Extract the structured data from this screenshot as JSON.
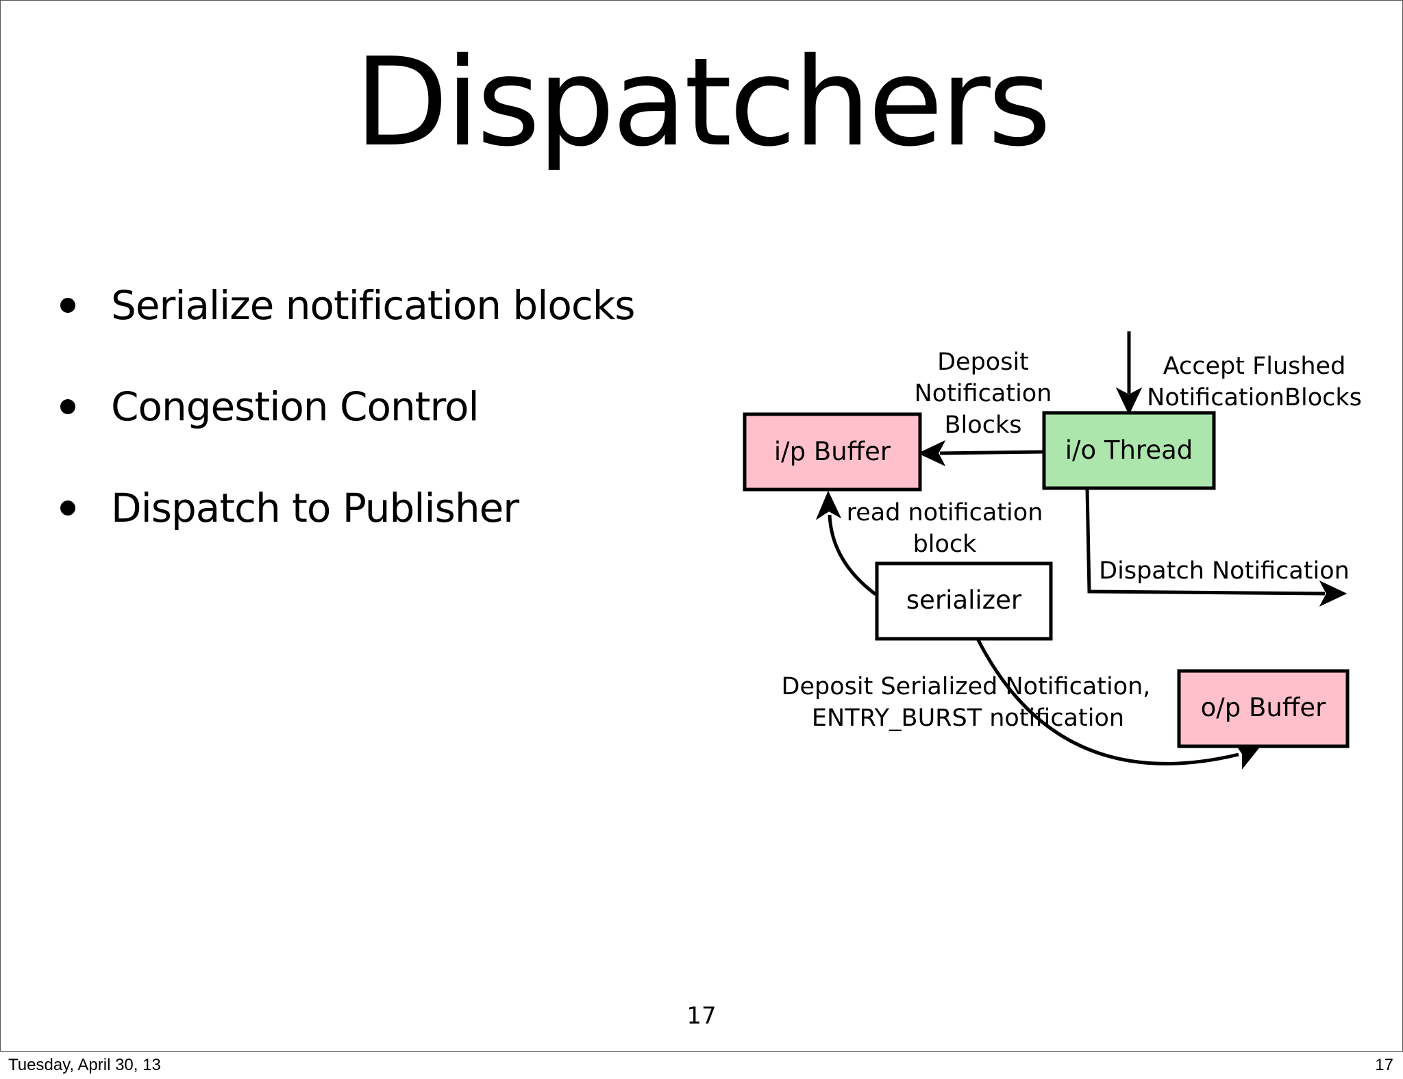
{
  "slide": {
    "title": "Dispatchers",
    "bullets": [
      "Serialize notification blocks",
      "Congestion Control",
      "Dispatch to Publisher"
    ],
    "slide_number": "17"
  },
  "diagram": {
    "nodes": {
      "ip_buffer": {
        "label": "i/p Buffer",
        "fill": "#ffc0cb"
      },
      "io_thread": {
        "label": "i/o Thread",
        "fill": "#ade6ad"
      },
      "serializer": {
        "label": "serializer",
        "fill": "#ffffff"
      },
      "op_buffer": {
        "label": "o/p Buffer",
        "fill": "#ffc0cb"
      }
    },
    "edges": {
      "accept": [
        "Accept Flushed",
        "NotificationBlocks"
      ],
      "deposit": [
        "Deposit",
        "Notification",
        "Blocks"
      ],
      "read": [
        "read notification",
        "block"
      ],
      "dispatch": [
        "Dispatch Notification"
      ],
      "deposit_serialized": [
        "Deposit Serialized Notification,",
        "ENTRY_BURST notification"
      ]
    }
  },
  "footer": {
    "date": "Tuesday, April 30, 13",
    "page": "17"
  }
}
